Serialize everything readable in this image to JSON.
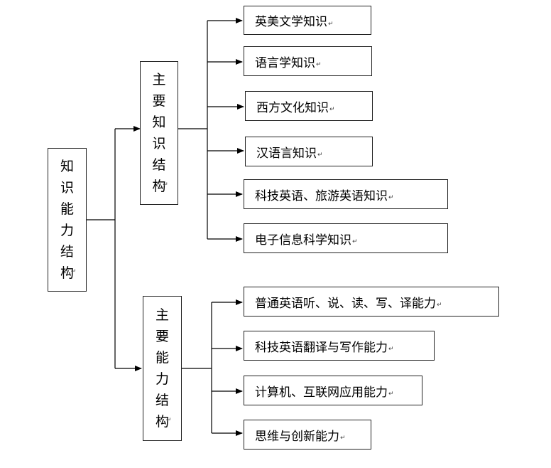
{
  "paragraph_mark": "↵",
  "root": {
    "label": "知识能力结构"
  },
  "branches": [
    {
      "label": "主要知识结构",
      "items": [
        "英美文学知识",
        "语言学知识",
        "西方文化知识",
        "汉语言知识",
        "科技英语、旅游英语知识",
        "电子信息科学知识"
      ]
    },
    {
      "label": "主要能力结构",
      "items": [
        "普通英语听、说、读、写、译能力",
        "科技英语翻译与写作能力",
        "计算机、互联网应用能力",
        "思维与创新能力"
      ]
    }
  ]
}
